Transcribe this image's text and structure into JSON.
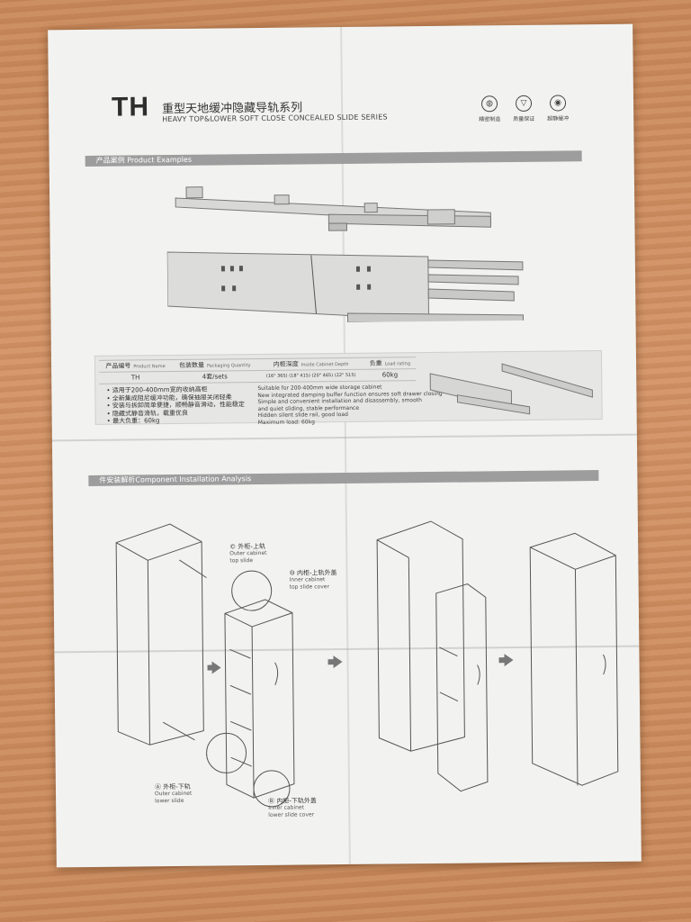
{
  "header": {
    "logo": "TH",
    "title_cn": "重型天地缓冲隐藏导轨系列",
    "title_en": "HEAVY TOP&LOWER SOFT CLOSE CONCEALED SLIDE SERIES"
  },
  "badges": [
    {
      "icon": "precision-globe-icon",
      "label": "精密制造"
    },
    {
      "icon": "quality-shield-icon",
      "label": "质量保证"
    },
    {
      "icon": "silent-buffer-icon",
      "label": "超静缓冲"
    }
  ],
  "section1": {
    "label": "产品案例 Product Examples"
  },
  "spec_table": {
    "headers": [
      {
        "cn": "产品编号",
        "en": "Product Name"
      },
      {
        "cn": "包装数量",
        "en": "Packaging Quantity"
      },
      {
        "cn": "内柜深度",
        "en": "Inside Cabinet Depth"
      },
      {
        "cn": "负重",
        "en": "Load rating"
      }
    ],
    "row": [
      "TH",
      "4套/sets",
      "(16\" 365) (18\" 415) (20\" 465) (22\" 515)",
      "60kg"
    ]
  },
  "features_cn": [
    "• 适用于200-400mm宽的收纳高柜",
    "• 全新集成阻尼缓冲功能，确保抽屉关闭轻柔",
    "• 安装与拆卸简单便捷，顺畅静音滑动，性能稳定",
    "• 隐藏式静音滑轨，载重优良",
    "• 最大负重：60kg"
  ],
  "features_en": [
    "Suitable for 200-400mm wide storage cabinet",
    "New integrated damping buffer function ensures soft drawer closing",
    "Simple and convenient installation and disassembly, smooth",
    "and quiet sliding, stable performance",
    "Hidden silent slide rail, good load",
    "Maximum load: 60kg"
  ],
  "section2": {
    "label": "件安装解析Component Installation Analysis"
  },
  "install_labels": {
    "c": {
      "cn": "© 外柜-上轨",
      "en1": "Outer cabinet",
      "en2": "top slide"
    },
    "d": {
      "cn": "⑩ 内柜-上轨外盖",
      "en1": "Inner cabinet",
      "en2": "top slide cover"
    },
    "a": {
      "cn": "Ⓐ 外柜-下轨",
      "en1": "Outer cabinet",
      "en2": "lower slide"
    },
    "b": {
      "cn": "Ⓑ 内柜-下轨外盖",
      "en1": "Inner cabinet",
      "en2": "lower slide cover"
    }
  }
}
